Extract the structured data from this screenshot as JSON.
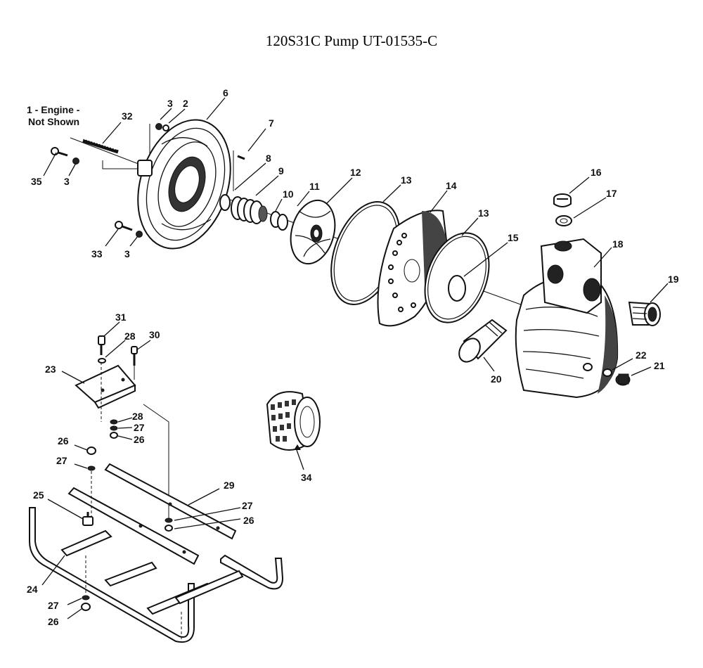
{
  "title": "120S31C Pump UT-01535-C",
  "note": [
    "1 - Engine -",
    "Not Shown"
  ],
  "callouts": {
    "c2": "2",
    "c3a": "3",
    "c3b": "3",
    "c3c": "3",
    "c6": "6",
    "c7": "7",
    "c8": "8",
    "c9": "9",
    "c10": "10",
    "c11": "11",
    "c12": "12",
    "c13a": "13",
    "c13b": "13",
    "c14": "14",
    "c15": "15",
    "c16": "16",
    "c17": "17",
    "c18": "18",
    "c19": "19",
    "c20": "20",
    "c21": "21",
    "c22": "22",
    "c23": "23",
    "c24": "24",
    "c25": "25",
    "c26a": "26",
    "c26b": "26",
    "c26c": "26",
    "c26d": "26",
    "c27a": "27",
    "c27b": "27",
    "c27c": "27",
    "c27d": "27",
    "c28a": "28",
    "c28b": "28",
    "c29": "29",
    "c30": "30",
    "c31": "31",
    "c32": "32",
    "c33": "33",
    "c34": "34",
    "c35": "35"
  }
}
